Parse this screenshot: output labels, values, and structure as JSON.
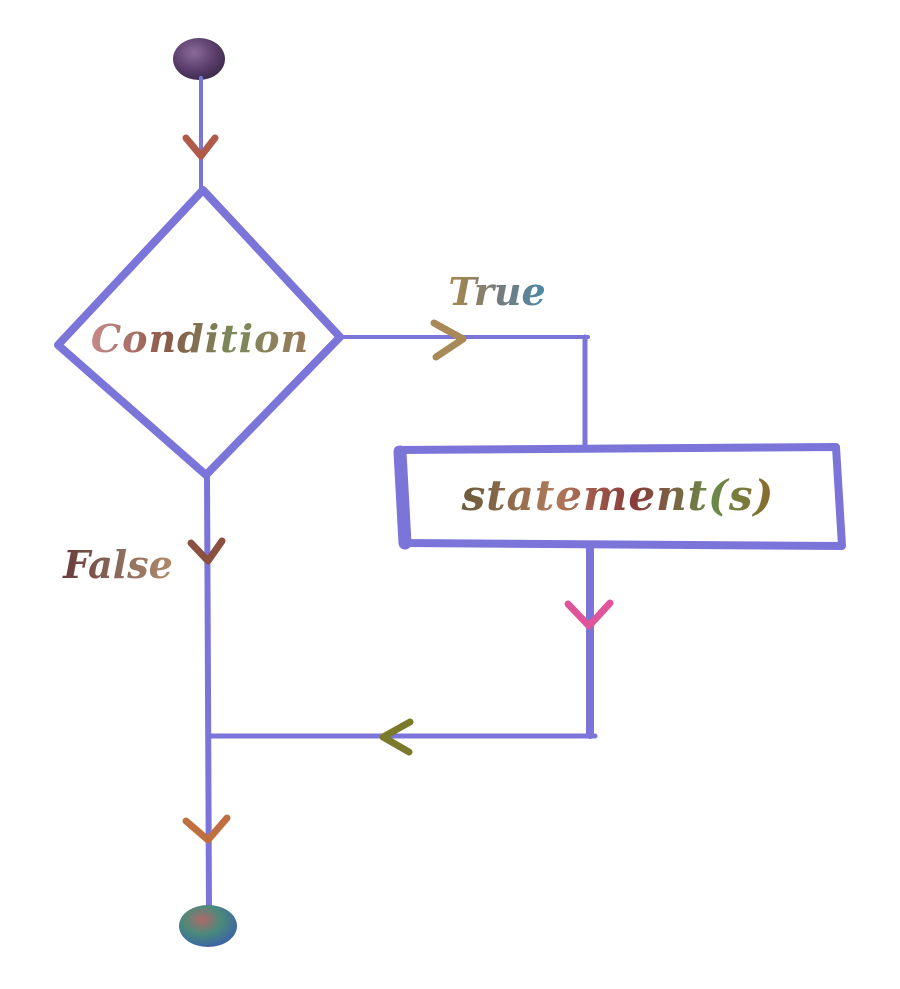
{
  "diagram": {
    "title": "",
    "nodes": {
      "start": {
        "label": ""
      },
      "decision": {
        "label": "Condition"
      },
      "process": {
        "label": "statement(s)"
      },
      "end": {
        "label": ""
      }
    },
    "edge_labels": {
      "true_branch": "True",
      "false_branch": "False"
    }
  },
  "colors": {
    "line": "#7b74d9",
    "arrow_head_1": "#b05a4a",
    "arrow_head_true": "#a88a5a",
    "arrow_head_false": "#8a5040",
    "arrow_head_process": "#e0559a",
    "arrow_head_merge": "#7a7a2a",
    "arrow_head_end": "#c07040",
    "condition_text": "#9a6a5a",
    "statement_text": "#7a5a3a",
    "true_text": "#6a8a9a",
    "false_text": "#7a4a4a",
    "start_node": "#6a4a7a",
    "end_node": "#4a6a9a"
  }
}
